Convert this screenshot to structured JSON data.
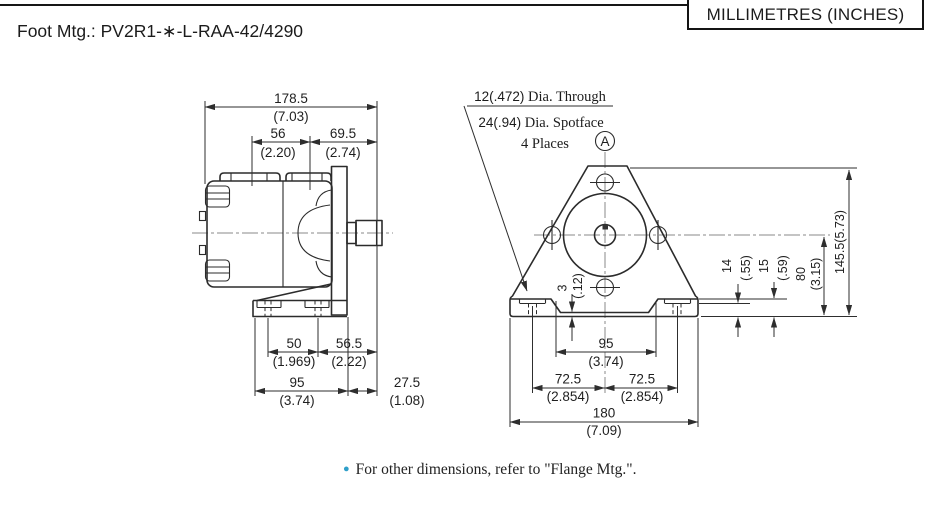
{
  "units_box": {
    "label": "MILLIMETRES (INCHES)"
  },
  "header": {
    "title": "Foot Mtg.: PV2R1-∗-L-RAA-42/4290"
  },
  "side_view": {
    "dim_overall": "178.5",
    "dim_overall_in": "(7.03)",
    "dim_rear": "56",
    "dim_rear_in": "(2.20)",
    "dim_front": "69.5",
    "dim_front_in": "(2.74)",
    "dim_foot_bolt_span": "50",
    "dim_foot_bolt_span_in": "(1.969)",
    "dim_bolt_to_shaft": "56.5",
    "dim_bolt_to_shaft_in": "(2.22)",
    "dim_base_len": "95",
    "dim_base_len_in": "(3.74)",
    "dim_shaft_ext": "27.5",
    "dim_shaft_ext_in": "(1.08)"
  },
  "front_view": {
    "hole_note": {
      "line1_num": "12(.472)",
      "line1_text": " Dia. Through",
      "line2_num": "24(.94)",
      "line2_text": " Dia. Spotface",
      "line3": "4 Places"
    },
    "datum_label": "A",
    "dim_step": "3",
    "dim_step_in": "(.12)",
    "dim_pad_h1": "14",
    "dim_pad_h1_in": "(.55)",
    "dim_pad_h2": "15",
    "dim_pad_h2_in": "(.59)",
    "dim_center_h": "80",
    "dim_center_h_in": "(3.15)",
    "dim_total_h": "145.5(5.73)",
    "dim_bolt_span": "95",
    "dim_bolt_span_in": "(3.74)",
    "dim_foot_l": "72.5",
    "dim_foot_l_in": "(2.854)",
    "dim_foot_r": "72.5",
    "dim_foot_r_in": "(2.854)",
    "dim_base_w": "180",
    "dim_base_w_in": "(7.09)"
  },
  "footer": {
    "note": "For other dimensions, refer to \"Flange Mtg.\"."
  }
}
